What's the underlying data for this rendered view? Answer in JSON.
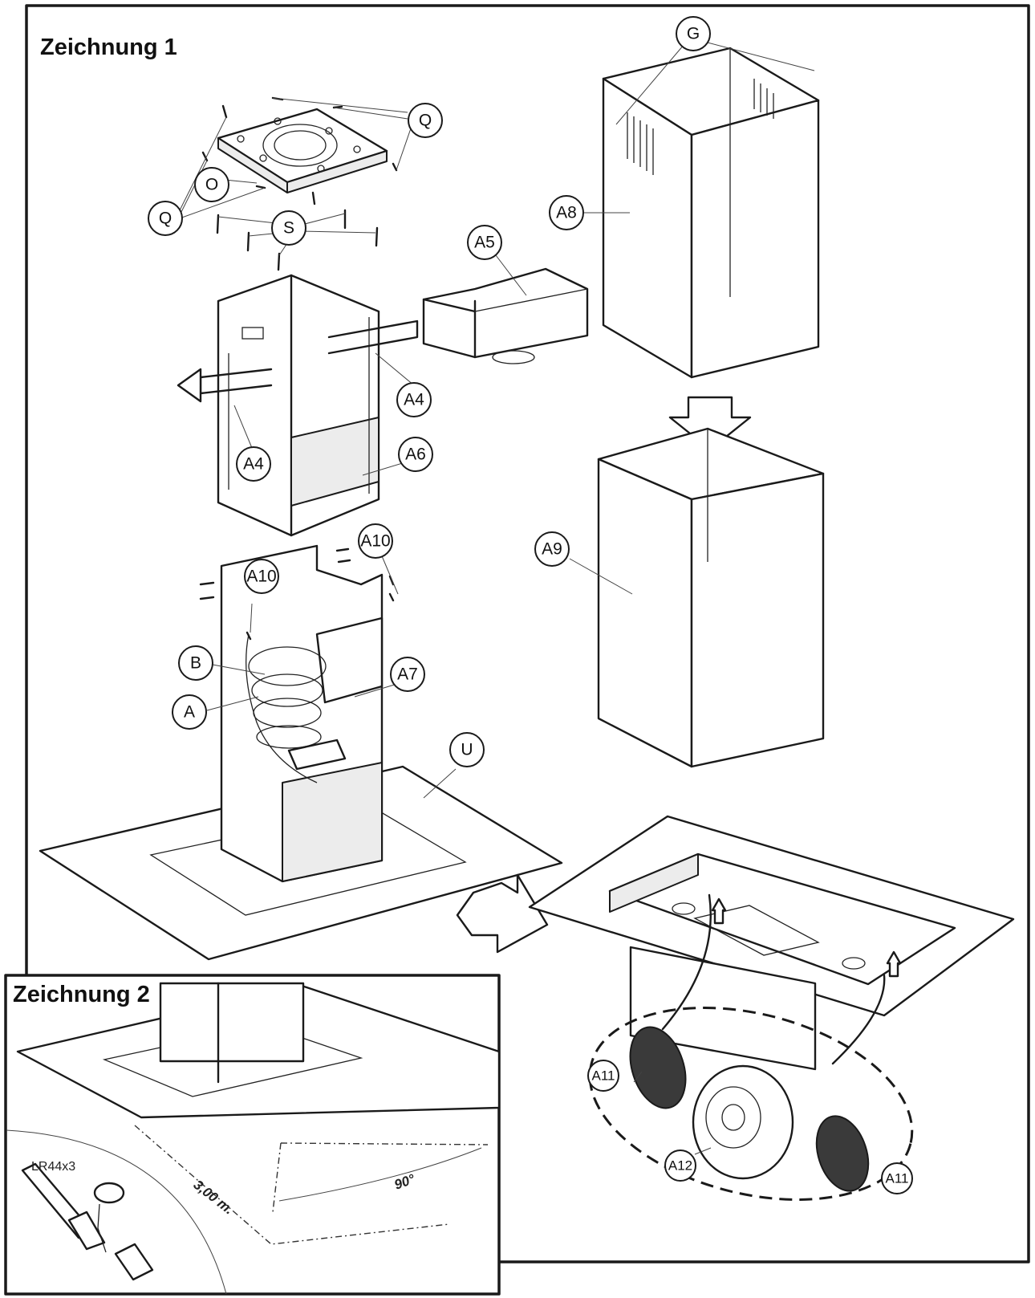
{
  "drawing1": {
    "title": "Zeichnung   1"
  },
  "drawing2": {
    "title": "Zeichnung   2",
    "battery": "LR44x3",
    "distance": "3,00 m.",
    "angle": "90°"
  },
  "labels": {
    "G": "G",
    "Q1": "Q",
    "Q2": "Q",
    "O": "O",
    "S": "S",
    "A8": "A8",
    "A5": "A5",
    "A4a": "A4",
    "A4b": "A4",
    "A6": "A6",
    "A9": "A9",
    "A10a": "A10",
    "A10b": "A10",
    "B": "B",
    "A7": "A7",
    "A": "A",
    "U": "U",
    "A11a": "A11",
    "A11b": "A11",
    "A12": "A12"
  }
}
